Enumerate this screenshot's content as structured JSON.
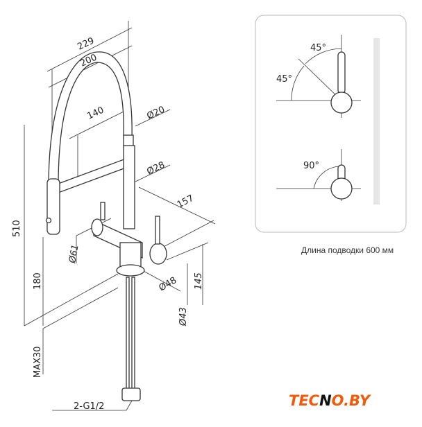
{
  "dimensions": {
    "d229": "229",
    "d200": "200",
    "d140": "140",
    "d20": "Ø20",
    "d28": "Ø28",
    "d157": "157",
    "d510": "510",
    "d180": "180",
    "max30": "MAX30",
    "d61": "Ø61",
    "d48": "Ø48",
    "d145": "145",
    "d43": "Ø43",
    "g12": "2-G1/2"
  },
  "handle_panel": {
    "angle_top_right": "45°",
    "angle_top_left": "45°",
    "angle_bottom": "90°"
  },
  "caption": "Длина подводки 600 мм",
  "logo": {
    "text_a": "TEC",
    "text_n": "N",
    "text_b": "O.BY",
    "color": "#f15a0a",
    "accent": "#111111"
  }
}
